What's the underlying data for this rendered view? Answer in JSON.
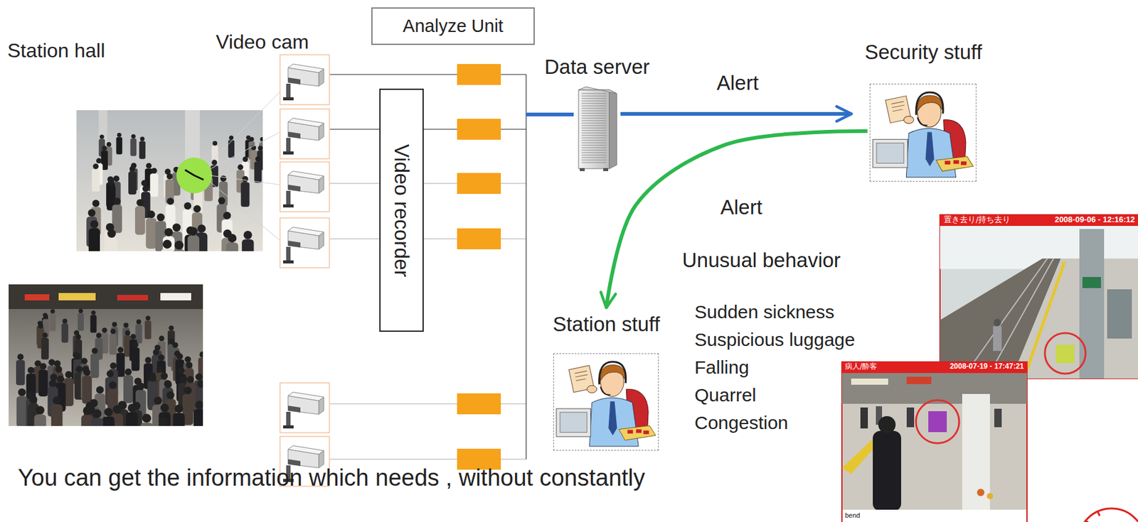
{
  "diagram": {
    "nodes": [
      {
        "text": [
          "Analyze Unit"
        ]
      },
      {
        "text": [
          "Video recorder"
        ]
      },
      {
        "text": [
          "Data server"
        ]
      },
      {
        "text": [
          "Security stuff"
        ]
      },
      {
        "text": [
          "Station stuff"
        ]
      }
    ],
    "edges": [
      {
        "from": 2,
        "to": 3,
        "label": "Alert",
        "arrow": "to"
      },
      {
        "from": 3,
        "to": 4,
        "label": "Alert",
        "arrow": "to"
      }
    ],
    "labels": [
      "Station hall",
      "Video cam",
      "Unusual behavior",
      "Sudden sickness",
      "Suspicious luggage",
      "Falling",
      "Quarrel",
      "Congestion",
      "You can get the information which needs , without constantly",
      "置き去り/持ち去り",
      "2008-09-06 - 12:16:12",
      "病人/酔客",
      "2008-07-19 - 17:47:21",
      "bend"
    ]
  }
}
